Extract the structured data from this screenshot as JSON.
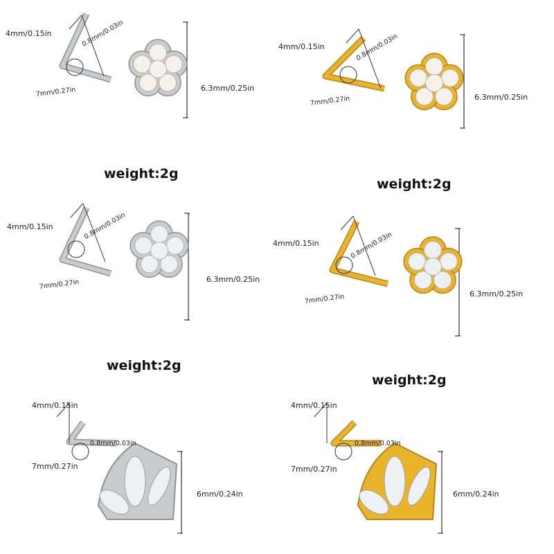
{
  "colors": {
    "silver": "#c9cccf",
    "silver_dark": "#8d9196",
    "gold": "#eab42a",
    "gold_dark": "#b8821a",
    "pearl": "#f6f1ea",
    "crystal": "#eef1f4",
    "dim_line": "#333333"
  },
  "products": [
    {
      "name": "silver-pearl-flower",
      "finish": "silver",
      "stone": "pearl",
      "shape": "flower",
      "dim_length": "4mm/0.15in",
      "dim_gauge": "0.8mm/0.03in",
      "dim_bend": "7mm/0.27in",
      "dim_height": "6.3mm/0.25in"
    },
    {
      "name": "gold-pearl-flower",
      "finish": "gold",
      "stone": "pearl",
      "shape": "flower",
      "dim_length": "4mm/0.15in",
      "dim_gauge": "0.8mm/0.03in",
      "dim_bend": "7mm/0.27in",
      "dim_height": "6.3mm/0.25in"
    },
    {
      "name": "silver-crystal-flower",
      "finish": "silver",
      "stone": "crystal",
      "shape": "flower",
      "dim_length": "4mm/0.15in",
      "dim_gauge": "0.8mm/0.03in",
      "dim_bend": "7mm/0.27in",
      "dim_height": "6.3mm/0.25in"
    },
    {
      "name": "gold-crystal-flower",
      "finish": "gold",
      "stone": "crystal",
      "shape": "flower",
      "dim_length": "4mm/0.15in",
      "dim_gauge": "0.8mm/0.03in",
      "dim_bend": "7mm/0.27in",
      "dim_height": "6.3mm/0.25in"
    },
    {
      "name": "silver-crystal-lotus",
      "finish": "silver",
      "stone": "crystal",
      "shape": "lotus",
      "dim_length": "4mm/0.15in",
      "dim_gauge": "0.8mm/0.03in",
      "dim_bend": "7mm/0.27in",
      "dim_height": "6mm/0.24in"
    },
    {
      "name": "gold-crystal-lotus",
      "finish": "gold",
      "stone": "crystal",
      "shape": "lotus",
      "dim_length": "4mm/0.15in",
      "dim_gauge": "0.8mm/0.03in",
      "dim_bend": "7mm/0.27in",
      "dim_height": "6mm/0.24in"
    }
  ],
  "weights": [
    "weight:2g",
    "weight:2g",
    "weight:2g",
    "weight:2g"
  ]
}
